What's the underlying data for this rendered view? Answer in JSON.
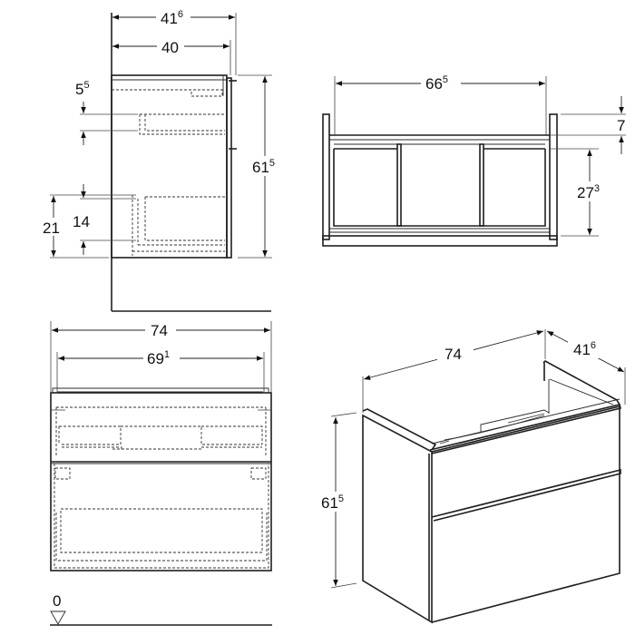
{
  "drawing": {
    "type": "technical dimension drawing - vanity cabinet with two drawers",
    "units": "cm",
    "line_color": "#1e1e1e",
    "background": "#ffffff"
  },
  "side_view": {
    "depth_overall": {
      "main": "41",
      "sup": "6"
    },
    "depth_body": {
      "main": "40",
      "sup": ""
    },
    "top_offset": {
      "main": "5",
      "sup": "5"
    },
    "height": {
      "main": "61",
      "sup": "5"
    },
    "lower_drawer_height": {
      "main": "14",
      "sup": ""
    },
    "floor_to_lower": {
      "main": "21",
      "sup": ""
    }
  },
  "top_view": {
    "inner_width": {
      "main": "66",
      "sup": "5"
    },
    "upper_gap": {
      "main": "7",
      "sup": ""
    },
    "drawer_depth": {
      "main": "27",
      "sup": "3"
    }
  },
  "front_view": {
    "width_overall": {
      "main": "74",
      "sup": ""
    },
    "width_inner": {
      "main": "69",
      "sup": "1"
    },
    "floor_level": {
      "main": "0",
      "sup": ""
    }
  },
  "iso_view": {
    "width": {
      "main": "74",
      "sup": ""
    },
    "depth": {
      "main": "41",
      "sup": "6"
    },
    "height": {
      "main": "61",
      "sup": "5"
    }
  }
}
